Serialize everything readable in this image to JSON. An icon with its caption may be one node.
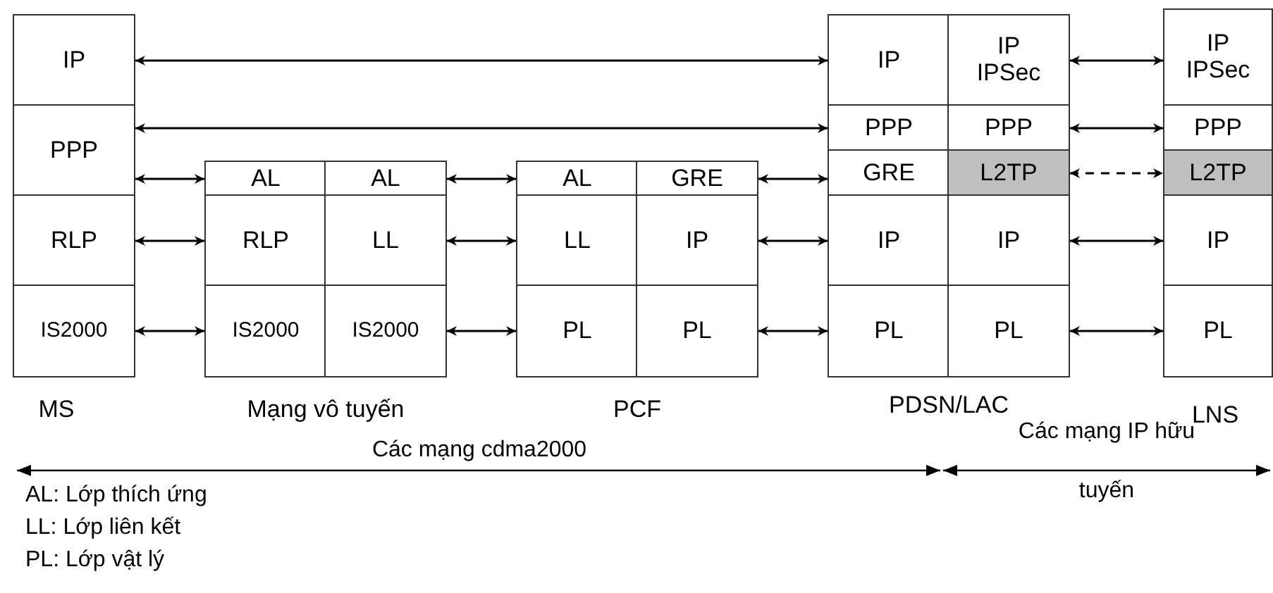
{
  "diagram": {
    "nodes": [
      {
        "text": [],
        "shape": "box",
        "beside": [
          "MS"
        ]
      },
      {
        "text": [
          "IP"
        ],
        "in": 0
      },
      {
        "text": [
          "PPP"
        ],
        "in": 0
      },
      {
        "text": [
          "RLP"
        ],
        "in": 0
      },
      {
        "text": [
          "IS2000"
        ],
        "in": 0
      },
      {
        "text": [],
        "shape": "box",
        "beside": [
          "Mạng vô tuyến"
        ]
      },
      {
        "text": [
          "AL"
        ],
        "in": 5
      },
      {
        "text": [
          "AL"
        ],
        "in": 5
      },
      {
        "text": [
          "RLP"
        ],
        "in": 5
      },
      {
        "text": [
          "LL"
        ],
        "in": 5
      },
      {
        "text": [
          "IS2000"
        ],
        "in": 5
      },
      {
        "text": [
          "IS2000"
        ],
        "in": 5
      },
      {
        "text": [],
        "shape": "box",
        "beside": [
          "PCF"
        ]
      },
      {
        "text": [
          "AL"
        ],
        "in": 12
      },
      {
        "text": [
          "GRE"
        ],
        "in": 12
      },
      {
        "text": [
          "LL"
        ],
        "in": 12
      },
      {
        "text": [
          "IP"
        ],
        "in": 12
      },
      {
        "text": [
          "PL"
        ],
        "in": 12
      },
      {
        "text": [
          "PL"
        ],
        "in": 12
      },
      {
        "text": [],
        "shape": "box",
        "beside": [
          "PDSN/LAC"
        ]
      },
      {
        "text": [
          "IP"
        ],
        "in": 19
      },
      {
        "text": [
          "IP IPSec"
        ],
        "in": 19
      },
      {
        "text": [
          "PPP"
        ],
        "in": 19
      },
      {
        "text": [
          "PPP"
        ],
        "in": 19
      },
      {
        "text": [
          "GRE"
        ],
        "in": 19
      },
      {
        "text": [
          "L2TP"
        ],
        "in": 19
      },
      {
        "text": [
          "IP"
        ],
        "in": 19
      },
      {
        "text": [
          "IP"
        ],
        "in": 19
      },
      {
        "text": [
          "PL"
        ],
        "in": 19
      },
      {
        "text": [
          "PL"
        ],
        "in": 19
      },
      {
        "text": [],
        "shape": "box",
        "beside": [
          "LNS"
        ]
      },
      {
        "text": [
          "IP IPSec"
        ],
        "in": 30
      },
      {
        "text": [
          "PPP"
        ],
        "in": 30
      },
      {
        "text": [
          "L2TP"
        ],
        "in": 30
      },
      {
        "text": [
          "IP"
        ],
        "in": 30
      },
      {
        "text": [
          "PL"
        ],
        "in": 30
      }
    ],
    "edges": [
      {
        "from": 1,
        "to": 20,
        "arrow": "both"
      },
      {
        "from": 2,
        "to": 22,
        "arrow": "both"
      },
      {
        "from": 2,
        "to": 6,
        "arrow": "both"
      },
      {
        "from": 3,
        "to": 8,
        "arrow": "both"
      },
      {
        "from": 4,
        "to": 10,
        "arrow": "both"
      },
      {
        "from": 7,
        "to": 13,
        "arrow": "both"
      },
      {
        "from": 9,
        "to": 15,
        "arrow": "both"
      },
      {
        "from": 11,
        "to": 17,
        "arrow": "both"
      },
      {
        "from": 14,
        "to": 24,
        "arrow": "both"
      },
      {
        "from": 16,
        "to": 26,
        "arrow": "both"
      },
      {
        "from": 18,
        "to": 28,
        "arrow": "both"
      },
      {
        "from": 21,
        "to": 31,
        "arrow": "both"
      },
      {
        "from": 23,
        "to": 32,
        "arrow": "both"
      },
      {
        "from": 25,
        "to": 33,
        "arrow": "both",
        "style": "dashed"
      },
      {
        "from": 27,
        "to": 34,
        "arrow": "both"
      },
      {
        "from": 29,
        "to": 35,
        "arrow": "both"
      }
    ],
    "labels": [
      "Các mạng cdma2000",
      "Các mạng IP hữu tuyến",
      "AL: Lớp thích ứng",
      "LL: Lớp liên kết",
      "PL: Lớp vật lý"
    ]
  }
}
